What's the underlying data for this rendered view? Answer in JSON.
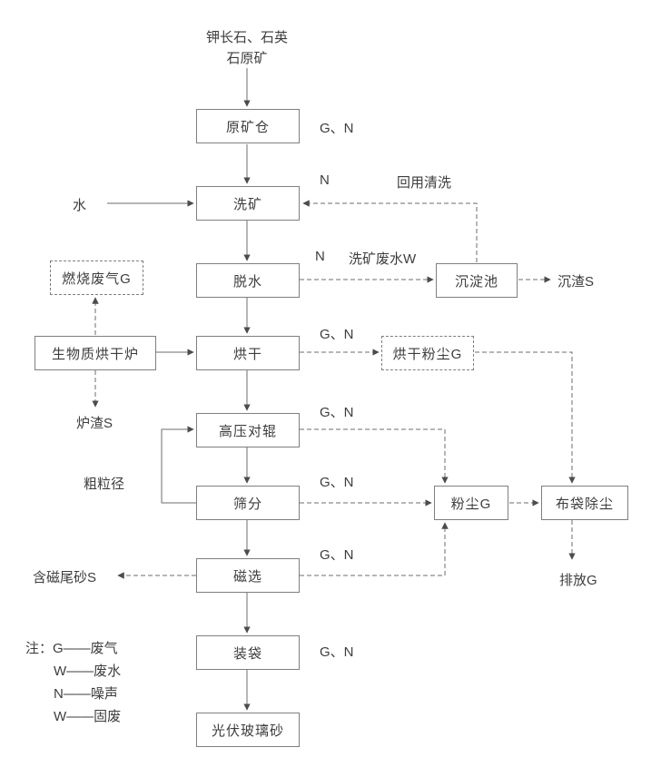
{
  "diagram": {
    "source": {
      "line1": "钾长石、石英",
      "line2": "石原矿"
    },
    "nodes": {
      "raw_ore_bin": "原矿仓",
      "washing": "洗矿",
      "dewatering": "脱水",
      "drying": "烘干",
      "high_pressure_roller": "高压对辊",
      "screening": "筛分",
      "magnetic_separation": "磁选",
      "bagging": "装袋",
      "product": "光伏玻璃砂",
      "biomass_furnace": "生物质烘干炉",
      "sedimentation_tank": "沉淀池",
      "combustion_exhaust": "燃烧废气G",
      "drying_dust": "烘干粉尘G",
      "dust": "粉尘G",
      "bag_filter": "布袋除尘"
    },
    "labels": {
      "water_input": "水",
      "gn_raw_ore_bin": "G、N",
      "n_washing": "N",
      "reuse_washing": "回用清洗",
      "n_dewatering": "N",
      "washing_wastewater": "洗矿废水W",
      "sediment": "沉渣S",
      "gn_drying": "G、N",
      "furnace_slag": "炉渣S",
      "gn_roller": "G、N",
      "coarse_particle": "粗粒径",
      "gn_screening": "G、N",
      "gn_magnetic": "G、N",
      "magnetic_tailings": "含磁尾砂S",
      "emission": "排放G",
      "gn_bagging": "G、N"
    },
    "note": {
      "line1": "注：G——废气",
      "line2": "W——废水",
      "line3": "N——噪声",
      "line4": "W——固废"
    }
  }
}
